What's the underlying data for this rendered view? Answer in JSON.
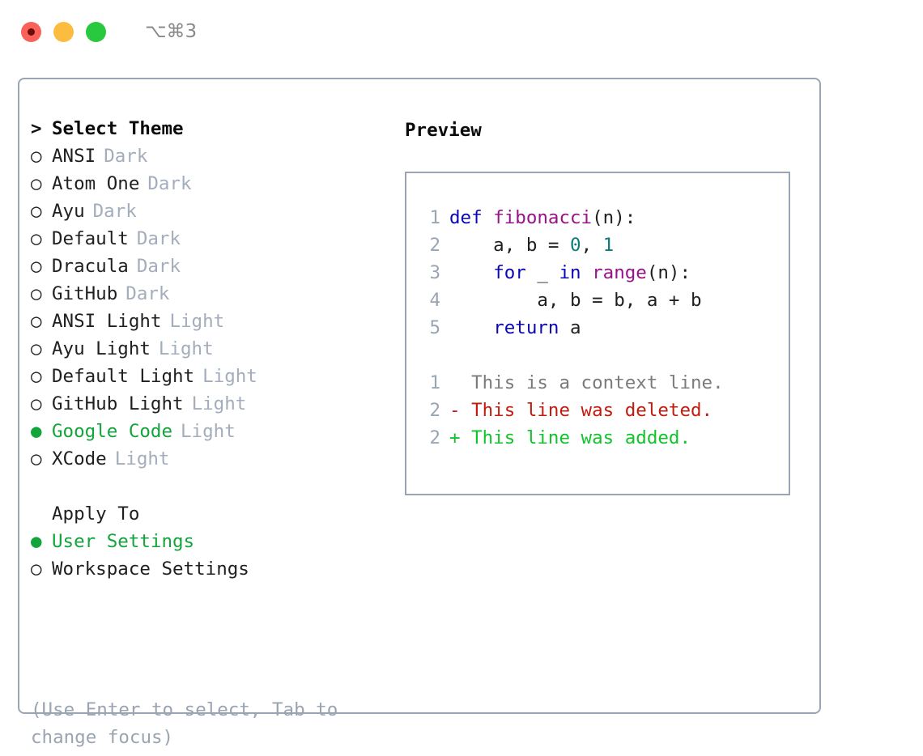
{
  "window": {
    "shortcut": "⌥⌘3",
    "traffic_lights": [
      "close-red",
      "minimize-yellow",
      "maximize-green"
    ]
  },
  "theme_picker": {
    "caret": ">",
    "heading": "Select Theme",
    "bullet_unselected": "○",
    "bullet_selected": "●",
    "items": [
      {
        "name": "ANSI",
        "tag": "Dark",
        "selected": false
      },
      {
        "name": "Atom One",
        "tag": "Dark",
        "selected": false
      },
      {
        "name": "Ayu",
        "tag": "Dark",
        "selected": false
      },
      {
        "name": "Default",
        "tag": "Dark",
        "selected": false
      },
      {
        "name": "Dracula",
        "tag": "Dark",
        "selected": false
      },
      {
        "name": "GitHub",
        "tag": "Dark",
        "selected": false
      },
      {
        "name": "ANSI Light",
        "tag": "Light",
        "selected": false
      },
      {
        "name": "Ayu Light",
        "tag": "Light",
        "selected": false
      },
      {
        "name": "Default Light",
        "tag": "Light",
        "selected": false
      },
      {
        "name": "GitHub Light",
        "tag": "Light",
        "selected": false
      },
      {
        "name": "Google Code",
        "tag": "Light",
        "selected": true
      },
      {
        "name": "XCode",
        "tag": "Light",
        "selected": false
      }
    ]
  },
  "apply_to": {
    "heading": "Apply To",
    "items": [
      {
        "name": "User Settings",
        "selected": true
      },
      {
        "name": "Workspace Settings",
        "selected": false
      }
    ]
  },
  "hint": "(Use Enter to select, Tab to change focus)",
  "preview": {
    "title": "Preview",
    "code_lines": [
      {
        "no": "1",
        "tokens": [
          {
            "t": "def ",
            "c": "kw"
          },
          {
            "t": "fibonacci",
            "c": "fn"
          },
          {
            "t": "(n):",
            "c": "punc"
          }
        ]
      },
      {
        "no": "2",
        "tokens": [
          {
            "t": "    a, b = ",
            "c": "plain"
          },
          {
            "t": "0",
            "c": "num"
          },
          {
            "t": ", ",
            "c": "plain"
          },
          {
            "t": "1",
            "c": "num"
          }
        ]
      },
      {
        "no": "3",
        "tokens": [
          {
            "t": "    ",
            "c": "plain"
          },
          {
            "t": "for",
            "c": "kw"
          },
          {
            "t": " _ ",
            "c": "plain"
          },
          {
            "t": "in",
            "c": "kw"
          },
          {
            "t": " ",
            "c": "plain"
          },
          {
            "t": "range",
            "c": "fn"
          },
          {
            "t": "(n):",
            "c": "punc"
          }
        ]
      },
      {
        "no": "4",
        "tokens": [
          {
            "t": "        a, b = b, a + b",
            "c": "plain"
          }
        ]
      },
      {
        "no": "5",
        "tokens": [
          {
            "t": "    ",
            "c": "plain"
          },
          {
            "t": "return",
            "c": "kw"
          },
          {
            "t": " a",
            "c": "plain"
          }
        ]
      }
    ],
    "diff_lines": [
      {
        "no": "1",
        "sign": " ",
        "text": "This is a context line.",
        "kind": "ctx"
      },
      {
        "no": "2",
        "sign": "-",
        "text": "This line was deleted.",
        "kind": "del"
      },
      {
        "no": "2",
        "sign": "+",
        "text": "This line was added.",
        "kind": "add"
      }
    ]
  },
  "colors": {
    "keyword": "#0b07b8",
    "function": "#98138b",
    "number": "#0b7a79",
    "line_number": "#9aa5b4",
    "diff_context": "#7b7b7b",
    "diff_deleted": "#c21b10",
    "diff_added": "#12c42b",
    "selected_green": "#12a53c",
    "tag_gray": "#a3adbb",
    "border": "#9aa5b4"
  }
}
